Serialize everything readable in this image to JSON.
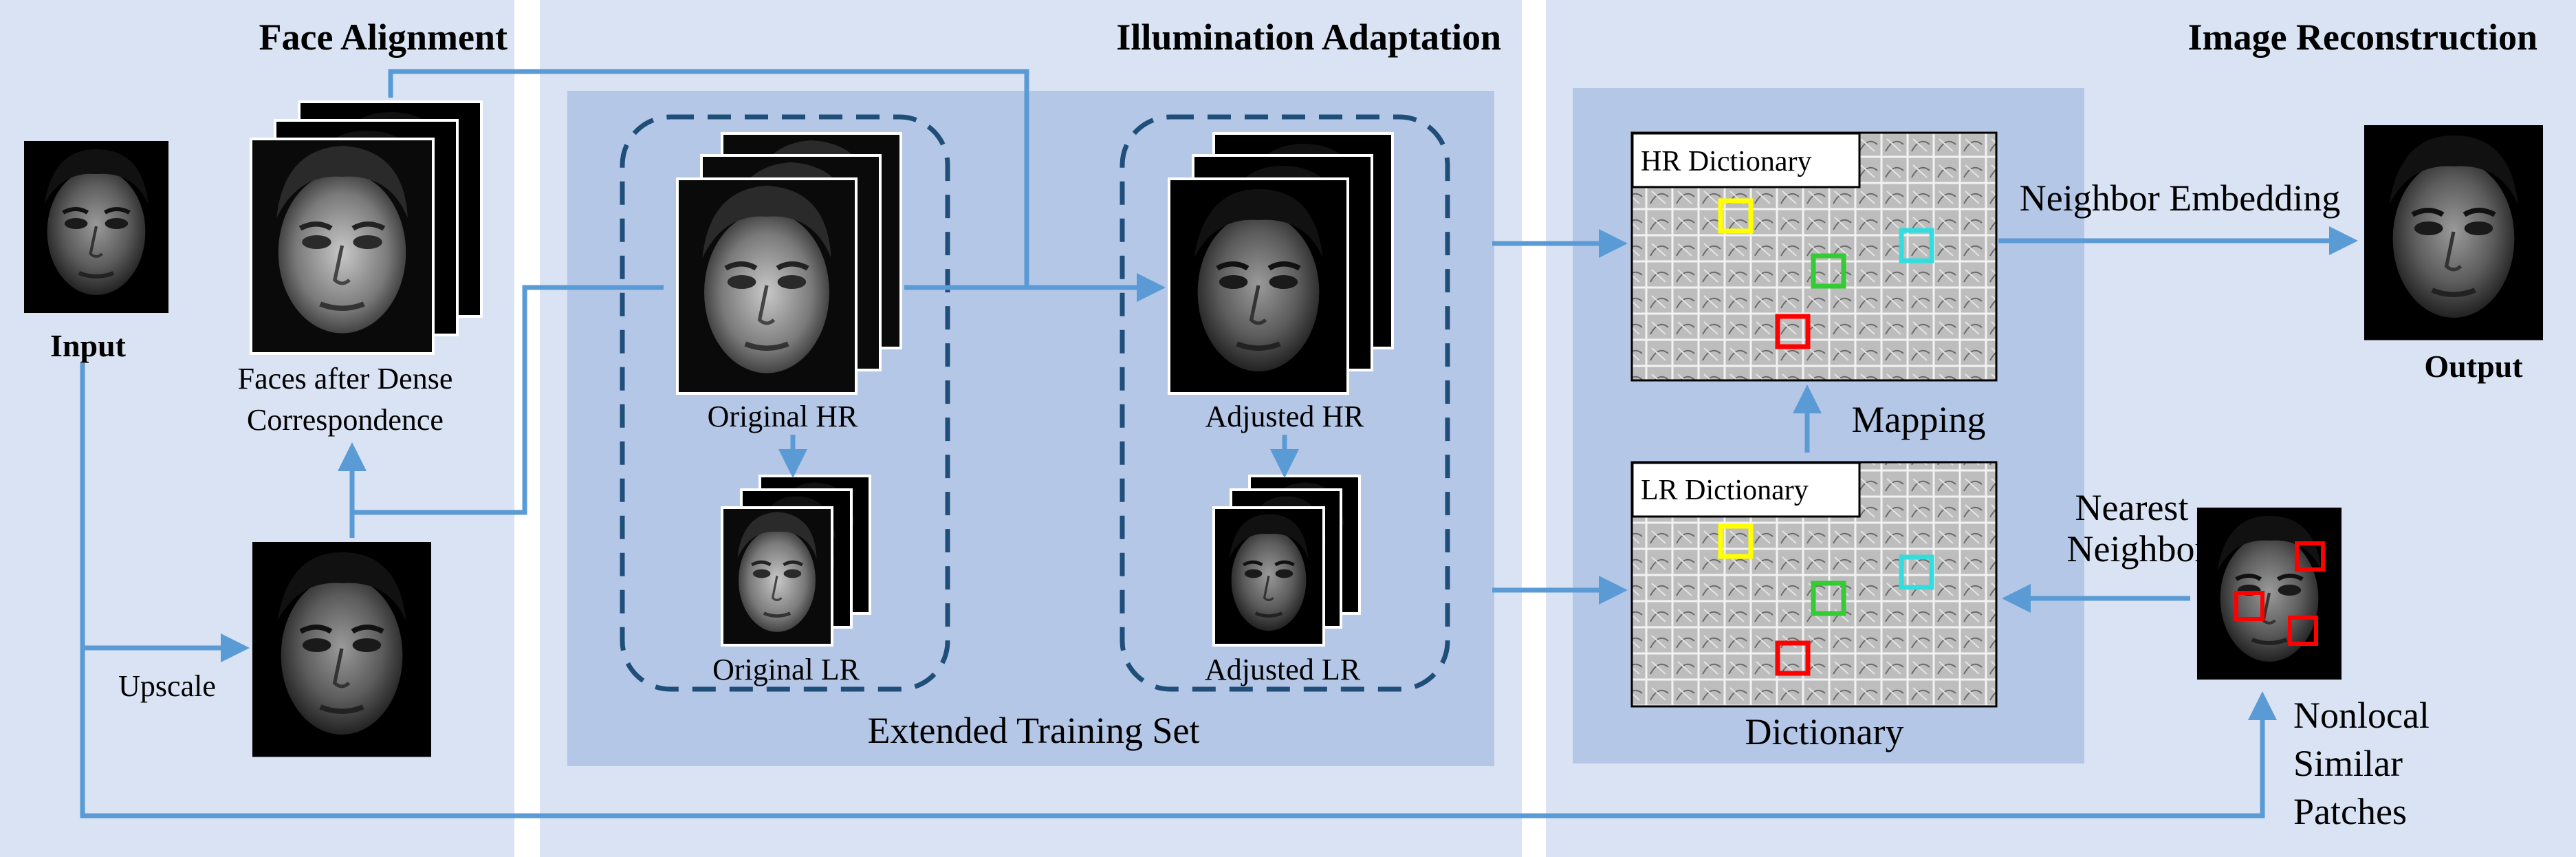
{
  "sections": {
    "face_alignment": "Face Alignment",
    "illumination_adaptation": "Illumination Adaptation",
    "image_reconstruction": "Image Reconstruction"
  },
  "labels": {
    "input": "Input",
    "faces_after_line1": "Faces after Dense",
    "faces_after_line2": "Correspondence",
    "upscale": "Upscale",
    "original_hr": "Original HR",
    "original_lr": "Original LR",
    "adjusted_hr": "Adjusted HR",
    "adjusted_lr": "Adjusted LR",
    "extended_training_set": "Extended Training Set",
    "hr_dictionary": "HR Dictionary",
    "lr_dictionary": "LR Dictionary",
    "dictionary": "Dictionary",
    "mapping": "Mapping",
    "neighbor_embedding": "Neighbor Embedding",
    "output": "Output",
    "nearest_line1": "Nearest",
    "nearest_line2": "Neighbors",
    "nonlocal_line1": "Nonlocal",
    "nonlocal_line2": "Similar",
    "nonlocal_line3": "Patches"
  },
  "colors": {
    "panel": "#dae3f3",
    "inner_panel": "#b4c7e7",
    "arrow": "#5b9bd5",
    "dashed_border": "#1f4e79",
    "patch_yellow": "#ffff00",
    "patch_green": "#33cc33",
    "patch_cyan": "#33dddd",
    "patch_red": "#ff0000"
  }
}
